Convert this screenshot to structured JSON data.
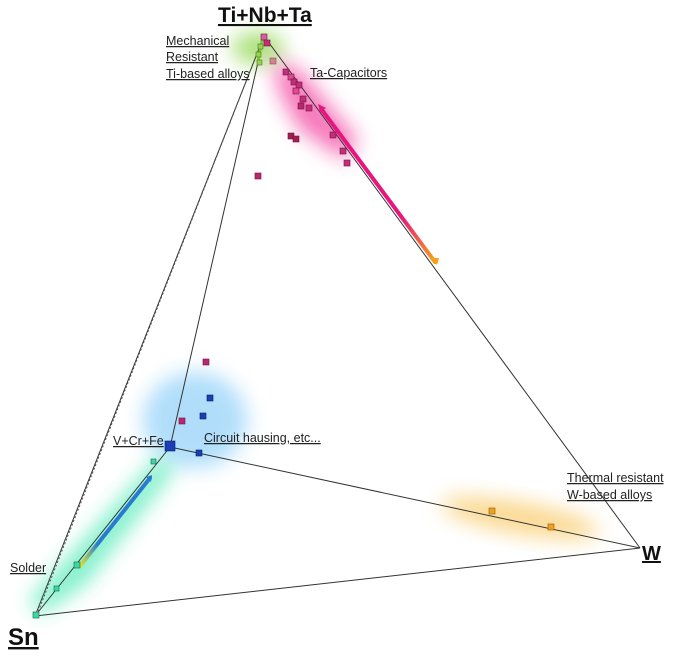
{
  "diagram": {
    "vertices": {
      "top": "Ti+Nb+Ta",
      "left": "Sn",
      "right": "W",
      "inner": "V+Cr+Fe"
    },
    "annotations": {
      "mechanical": [
        "Mechanical",
        "Resistant",
        "Ti-based alloys"
      ],
      "capacitors": "Ta-Capacitors",
      "circuit": "Circuit hausing, etc...",
      "thermal": [
        "Thermal resistant",
        "W-based alloys"
      ],
      "solder": "Solder"
    },
    "colors": {
      "ta_capacitors": "#e8157e",
      "ti_alloys": "#7ac943",
      "circuit_housing": "#3fa9f5",
      "w_alloys": "#f7b733",
      "solder": "#2ee6a8",
      "marker_magenta": "#c0307a",
      "marker_blue": "#1a3fb5",
      "marker_orange": "#e89a1a",
      "edge": "#333333"
    }
  }
}
